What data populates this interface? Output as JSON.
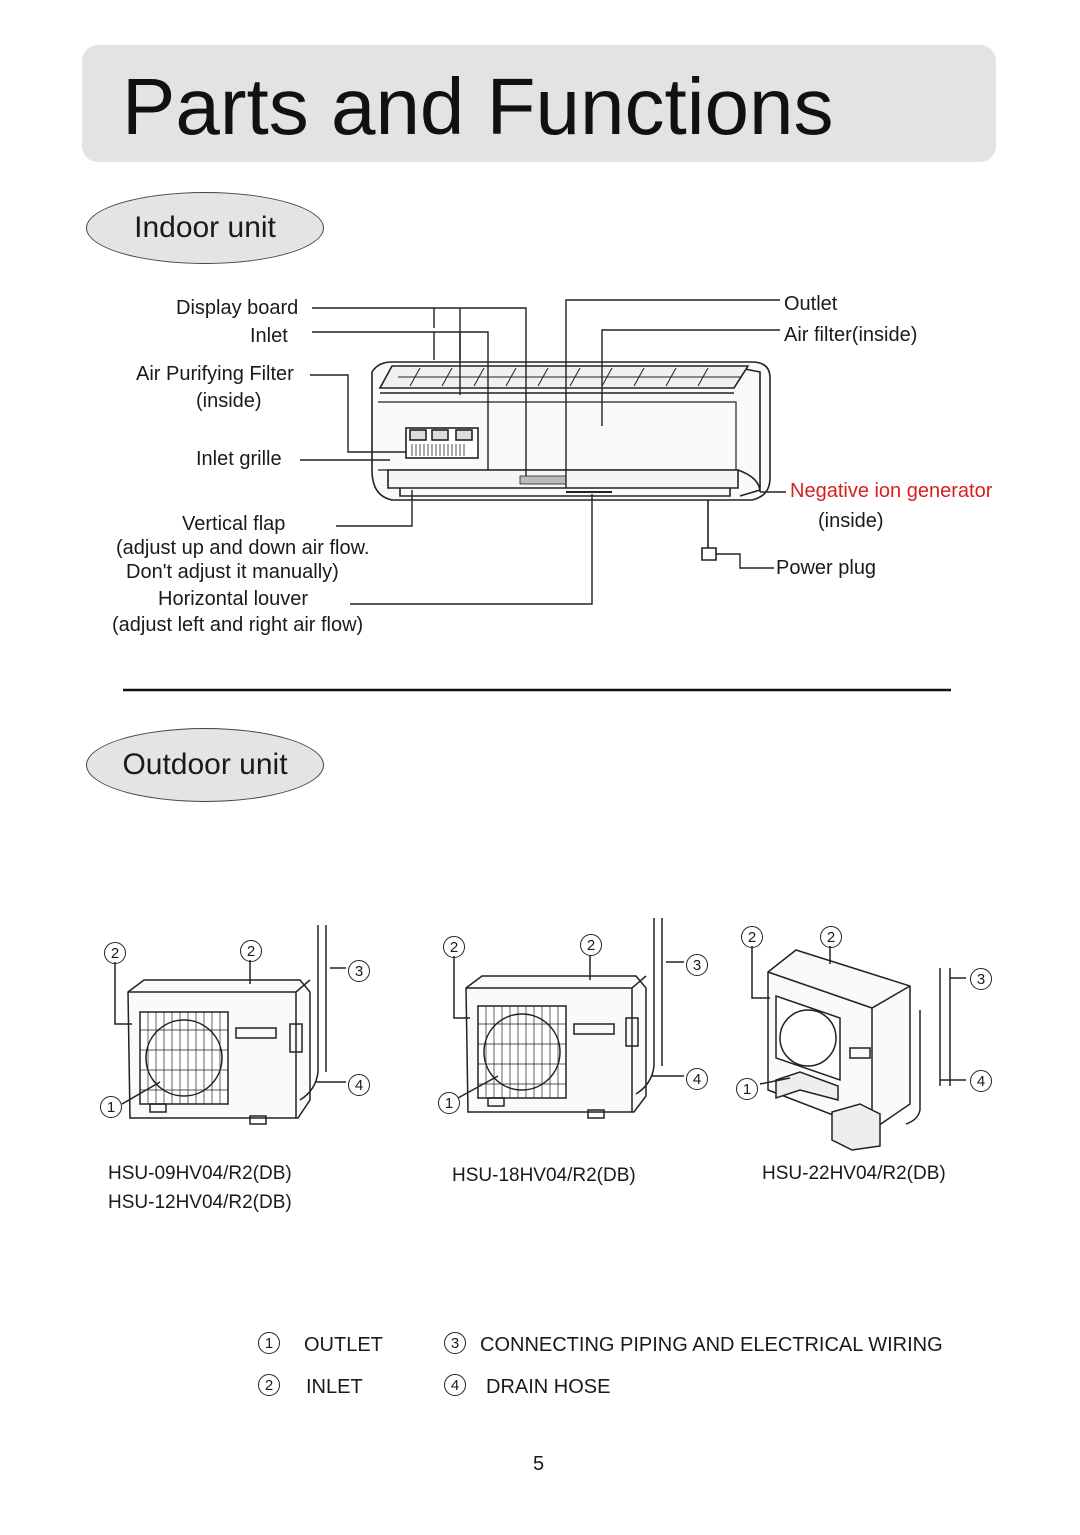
{
  "page": {
    "title": "Parts and Functions",
    "page_number": "5"
  },
  "indoor": {
    "heading": "Indoor unit",
    "labels": {
      "display_board": "Display board",
      "inlet": "Inlet",
      "air_purifying_filter": "Air Purifying Filter",
      "air_purifying_inside": "(inside)",
      "inlet_grille": "Inlet grille",
      "vertical_flap": "Vertical flap",
      "vertical_flap_note1": "(adjust up and down air flow.",
      "vertical_flap_note2": "Don't adjust it manually)",
      "horizontal_louver": "Horizontal louver",
      "horizontal_louver_note": "(adjust left and right air flow)",
      "outlet": "Outlet",
      "air_filter": "Air filter(inside)",
      "negative_ion": "Negative ion generator",
      "negative_ion_inside": "(inside)",
      "power_plug": "Power plug"
    },
    "accent_color": "#d62020"
  },
  "outdoor": {
    "heading": "Outdoor unit",
    "models": {
      "left_line1": "HSU-09HV04/R2(DB)",
      "left_line2": "HSU-12HV04/R2(DB)",
      "middle": "HSU-18HV04/R2(DB)",
      "right": "HSU-22HV04/R2(DB)"
    },
    "callout_numbers": [
      "1",
      "2",
      "3",
      "4"
    ]
  },
  "legend": {
    "items": [
      {
        "num": "1",
        "label": "OUTLET"
      },
      {
        "num": "2",
        "label": "INLET"
      },
      {
        "num": "3",
        "label": "CONNECTING PIPING AND ELECTRICAL WIRING"
      },
      {
        "num": "4",
        "label": "DRAIN HOSE"
      }
    ]
  }
}
